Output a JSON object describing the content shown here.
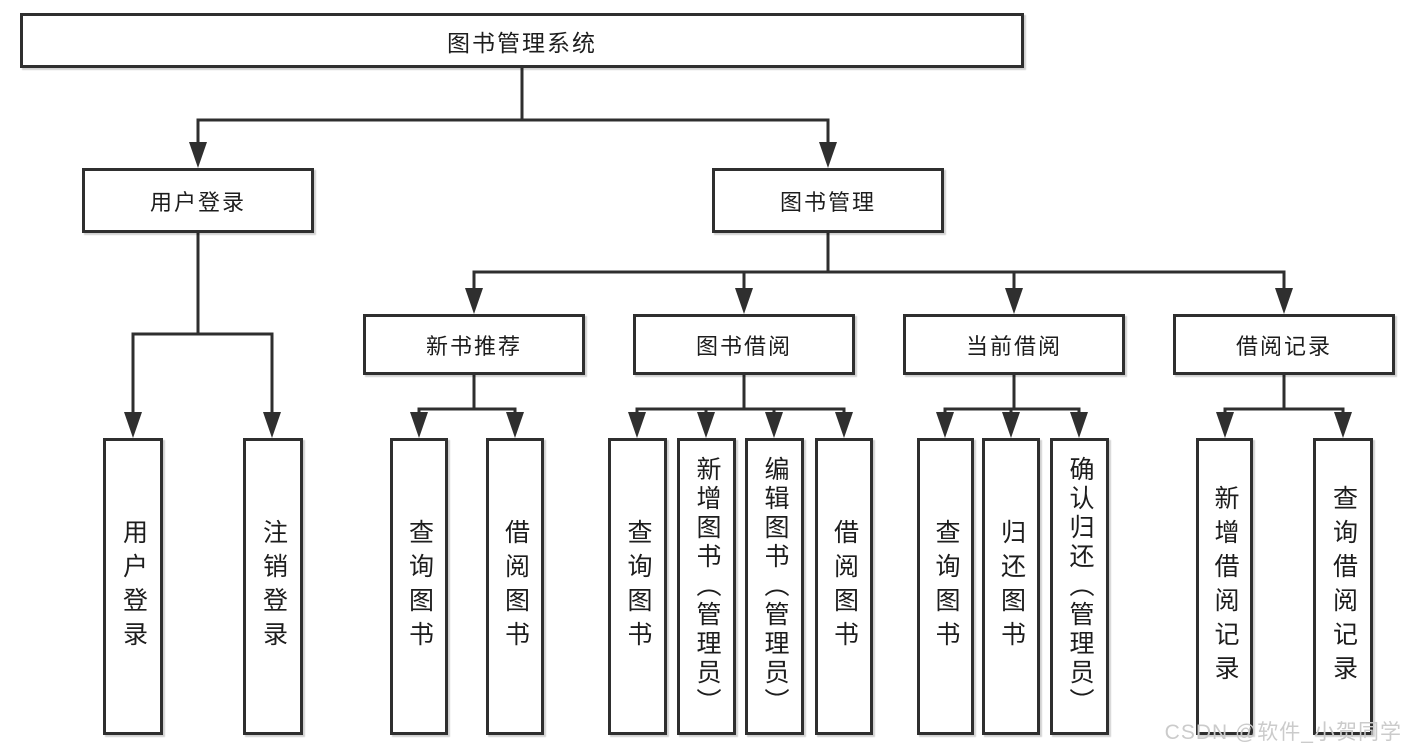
{
  "colors": {
    "line": "#2f2f2f",
    "box_border": "#2f2f2f",
    "text": "#1d1d1d",
    "watermark": "#cbcbcb",
    "background": "#ffffff"
  },
  "watermark": "CSDN @软件_小贺同学",
  "nodes": {
    "root": "图书管理系统",
    "user_login_branch": {
      "label": "用户登录",
      "children": [
        "用户登录",
        "注销登录"
      ]
    },
    "book_mgmt_branch": {
      "label": "图书管理",
      "groups": [
        {
          "label": "新书推荐",
          "children": [
            "查询图书",
            "借阅图书"
          ]
        },
        {
          "label": "图书借阅",
          "children": [
            "查询图书",
            "新增图书（管理员）",
            "编辑图书（管理员）",
            "借阅图书"
          ]
        },
        {
          "label": "当前借阅",
          "children": [
            "查询图书",
            "归还图书",
            "确认归还（管理员）"
          ]
        },
        {
          "label": "借阅记录",
          "children": [
            "新增借阅记录",
            "查询借阅记录"
          ]
        }
      ]
    }
  }
}
